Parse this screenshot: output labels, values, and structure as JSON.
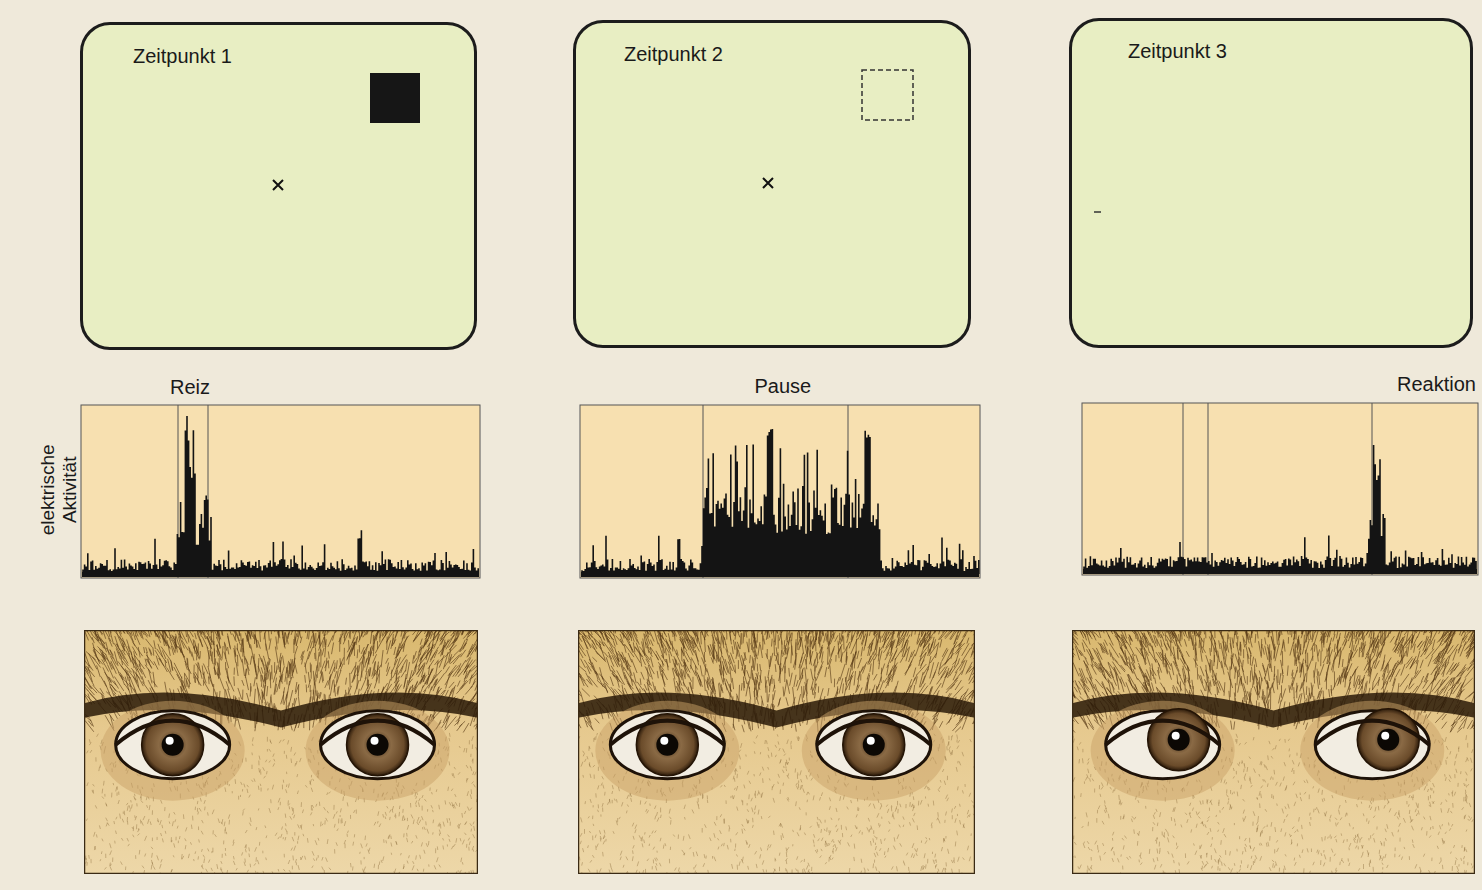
{
  "diagram": {
    "nodes": [
      {
        "text": [
          "Zeitpunkt 1"
        ]
      },
      {
        "text": [
          "Zeitpunkt 2"
        ]
      },
      {
        "text": [
          "Zeitpunkt 3"
        ]
      }
    ],
    "labels": [
      "Reiz",
      "Pause",
      "Reaktion",
      "elektrische Aktivität"
    ]
  }
}
